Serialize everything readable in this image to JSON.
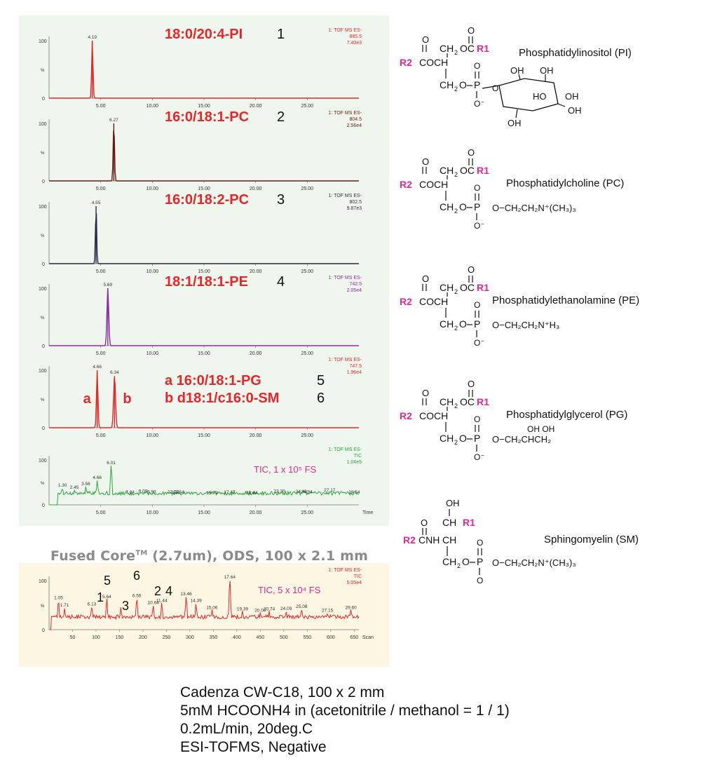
{
  "chart_data": [
    {
      "type": "line",
      "panel": "pi",
      "label": "18:0/20:4-PI",
      "number": "1",
      "header": [
        "1: TOF MS ES-",
        "885.5",
        "7.40e3"
      ],
      "color": "#e8262a",
      "xlim": [
        0,
        30
      ],
      "ylim": [
        0,
        100
      ],
      "yticks": [
        "100",
        "%",
        "0"
      ],
      "xticks": [
        "5.00",
        "10.00",
        "15.00",
        "20.00",
        "25.00"
      ],
      "peaks": [
        {
          "x": 4.19,
          "y": 100,
          "w": 0.09,
          "label": "4.19"
        }
      ]
    },
    {
      "type": "line",
      "panel": "pc1",
      "label": "16:0/18:1-PC",
      "number": "2",
      "header": [
        "1: TOF MS ES-",
        "804.5",
        "2.56e4"
      ],
      "color": "#6b1a14",
      "xlim": [
        0,
        30
      ],
      "ylim": [
        0,
        100
      ],
      "yticks": [
        "100",
        "%",
        "0"
      ],
      "xticks": [
        "5.00",
        "10.00",
        "15.00",
        "20.00",
        "25.00"
      ],
      "peaks": [
        {
          "x": 6.27,
          "y": 100,
          "w": 0.09,
          "label": "6.27"
        }
      ]
    },
    {
      "type": "line",
      "panel": "pc2",
      "label": "16:0/18:2-PC",
      "number": "3",
      "header": [
        "1: TOF MS ES-",
        "802.5",
        "9.87e3"
      ],
      "color": "#262a44",
      "xlim": [
        0,
        30
      ],
      "ylim": [
        0,
        100
      ],
      "yticks": [
        "100",
        "%",
        "0"
      ],
      "xticks": [
        "5.00",
        "10.00",
        "15.00",
        "20.00",
        "25.00"
      ],
      "peaks": [
        {
          "x": 4.55,
          "y": 100,
          "w": 0.08,
          "label": "4.55"
        }
      ]
    },
    {
      "type": "line",
      "panel": "pe",
      "label": "18:1/18:1-PE",
      "number": "4",
      "header": [
        "1: TOF MS ES-",
        "742.5",
        "2.05e4"
      ],
      "color": "#8b2fa3",
      "xlim": [
        0,
        30
      ],
      "ylim": [
        0,
        100
      ],
      "yticks": [
        "100",
        "%",
        "0"
      ],
      "xticks": [
        "5.00",
        "10.00",
        "15.00",
        "20.00",
        "25.00"
      ],
      "peaks": [
        {
          "x": 5.69,
          "y": 100,
          "w": 0.12,
          "label": "5.69"
        }
      ]
    },
    {
      "type": "line",
      "panel": "pg_sm",
      "labels": [
        "a  16:0/18:1-PG",
        "b  d18:1/c16:0-SM"
      ],
      "numbers": [
        "5",
        "6"
      ],
      "peak_names": [
        "a",
        "b"
      ],
      "header": [
        "1: TOF MS ES-",
        "747.5",
        "1.96e4"
      ],
      "color": "#e8262a",
      "xlim": [
        0,
        30
      ],
      "ylim": [
        0,
        100
      ],
      "yticks": [
        "100",
        "%",
        "0"
      ],
      "xticks": [
        "5.00",
        "10.00",
        "15.00",
        "20.00",
        "25.00"
      ],
      "peaks": [
        {
          "x": 4.66,
          "y": 100,
          "w": 0.1,
          "label": "4.66"
        },
        {
          "x": 6.34,
          "y": 90,
          "w": 0.13,
          "label": "6.34"
        }
      ]
    },
    {
      "type": "line",
      "panel": "tic1",
      "note": "TIC, 1 x 10⁵ FS",
      "header": [
        "1: TOF MS ES-",
        "TIC",
        "1.04e5"
      ],
      "color": "#2aa63c",
      "xlim": [
        0,
        30
      ],
      "ylim": [
        0,
        100
      ],
      "yticks": [
        "100",
        "%",
        "0"
      ],
      "xticks": [
        "5.00",
        "10.00",
        "15.00",
        "20.00",
        "25.00"
      ],
      "xlabel": "Time",
      "peaks": [
        {
          "x": 1.3,
          "y": 36,
          "label": "1.30"
        },
        {
          "x": 2.45,
          "y": 31,
          "label": "2.45"
        },
        {
          "x": 3.56,
          "y": 39,
          "label": "3.56"
        },
        {
          "x": 4.66,
          "y": 53,
          "label": "4.66"
        },
        {
          "x": 6.01,
          "y": 86,
          "label": "6.01"
        },
        {
          "x": 7.84,
          "y": 20,
          "label": "7.84"
        },
        {
          "x": 9.09,
          "y": 23,
          "label": "9.09"
        },
        {
          "x": 9.93,
          "y": 21,
          "label": "9.93"
        },
        {
          "x": 12.03,
          "y": 21,
          "label": "12.03"
        },
        {
          "x": 12.54,
          "y": 20,
          "label": "12.54"
        },
        {
          "x": 15.79,
          "y": 19,
          "label": "15.79"
        },
        {
          "x": 17.47,
          "y": 20,
          "label": "17.47"
        },
        {
          "x": 19.64,
          "y": 19,
          "label": "19.64"
        },
        {
          "x": 22.3,
          "y": 23,
          "label": "22.30"
        },
        {
          "x": 24.43,
          "y": 22,
          "label": "24.43"
        },
        {
          "x": 24.94,
          "y": 21,
          "label": "24.94"
        },
        {
          "x": 27.17,
          "y": 25,
          "label": "27.17"
        },
        {
          "x": 29.54,
          "y": 20,
          "label": "29.54"
        }
      ]
    },
    {
      "type": "line",
      "panel": "tic2",
      "note": "TIC, 5 x 10⁴ FS",
      "header": [
        "1: TOF MS ES-",
        "TIC",
        "5.05e4"
      ],
      "color": "#e8262a",
      "xlim": [
        0,
        660
      ],
      "ylim": [
        0,
        100
      ],
      "yticks": [
        "100",
        "%",
        "0"
      ],
      "xticks": [
        "50",
        "100",
        "150",
        "200",
        "250",
        "300",
        "350",
        "400",
        "450",
        "500",
        "550",
        "600",
        "650"
      ],
      "xlabel": "Scan",
      "numbers": [
        "1",
        "5",
        "3",
        "6",
        "2",
        "4"
      ],
      "peaks": [
        {
          "x": 20,
          "y": 58,
          "label": "1.05"
        },
        {
          "x": 33,
          "y": 43,
          "label": "1.71"
        },
        {
          "x": 91,
          "y": 45,
          "label": "6.13"
        },
        {
          "x": 123,
          "y": 60,
          "label": "5.64"
        },
        {
          "x": 153,
          "y": 44,
          "label": ""
        },
        {
          "x": 187,
          "y": 62,
          "label": "6.56"
        },
        {
          "x": 222,
          "y": 48,
          "label": "10.64"
        },
        {
          "x": 240,
          "y": 52,
          "label": "11.44"
        },
        {
          "x": 292,
          "y": 66,
          "label": "13.46"
        },
        {
          "x": 313,
          "y": 52,
          "label": "14.39"
        },
        {
          "x": 347,
          "y": 38,
          "label": "15.06"
        },
        {
          "x": 385,
          "y": 100,
          "label": "17.64"
        },
        {
          "x": 412,
          "y": 35,
          "label": "19.39"
        },
        {
          "x": 450,
          "y": 32,
          "label": "20.00"
        },
        {
          "x": 469,
          "y": 35,
          "label": "20.74"
        },
        {
          "x": 505,
          "y": 36,
          "label": "24.09"
        },
        {
          "x": 538,
          "y": 40,
          "label": "25.08"
        },
        {
          "x": 593,
          "y": 32,
          "label": "27.15"
        },
        {
          "x": 643,
          "y": 38,
          "label": "29.60"
        }
      ]
    }
  ],
  "structures": [
    {
      "name": "Phosphatidylinositol (PI)",
      "r1": "R1",
      "r2": "R2",
      "oh": "OH",
      "ho": "HO"
    },
    {
      "name": "Phosphatidylcholine (PC)",
      "r1": "R1",
      "r2": "R2",
      "headgroup": "O−CH₂CH₂N⁺(CH₃)₃"
    },
    {
      "name": "Phosphatidylethanolamine (PE)",
      "r1": "R1",
      "r2": "R2",
      "headgroup": "O−CH₂CH₂N⁺H₃"
    },
    {
      "name": "Phosphatidylglycerol (PG)",
      "r1": "R1",
      "r2": "R2",
      "headgroup": "O−CH₂CHCH₂",
      "oh": "OH OH"
    },
    {
      "name": "Sphingomyelin (SM)",
      "r1": "R1",
      "r2": "R2",
      "headgroup": "O−CH₂CH₂N⁺(CH₃)₃",
      "oh": "OH"
    }
  ],
  "caption": {
    "pre": "Fused Core",
    "sup": "TM",
    "post": "  (2.7um), ODS, 100 x 2.1 mm"
  },
  "conditions": [
    "Cadenza CW-C18, 100 x 2 mm",
    "5mM HCOONH4 in (acetonitrile / methanol = 1 / 1)",
    "0.2mL/min, 20deg.C",
    "ESI-TOFMS, Negative"
  ],
  "colors": {
    "panel_bg": "#eef6ee",
    "panel2_bg": "#fdf6e2",
    "label_red": "#e8262a",
    "r_group": "#e8278c",
    "axis": "#555555"
  }
}
